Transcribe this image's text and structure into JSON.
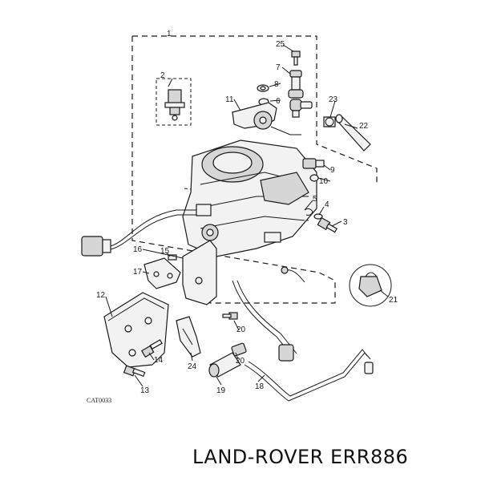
{
  "diagram": {
    "callouts": [
      "1",
      "2",
      "3",
      "4",
      "5",
      "6",
      "7",
      "8",
      "9",
      "10",
      "11",
      "12",
      "13",
      "14",
      "15",
      "16",
      "17",
      "18",
      "19",
      "20",
      "20",
      "21",
      "22",
      "23",
      "24",
      "25"
    ],
    "figure_code": "CAT0033"
  },
  "footer": {
    "part_label": "LAND-ROVER ERR886"
  },
  "colors": {
    "ink": "#1a1a1a",
    "background": "#ffffff"
  }
}
